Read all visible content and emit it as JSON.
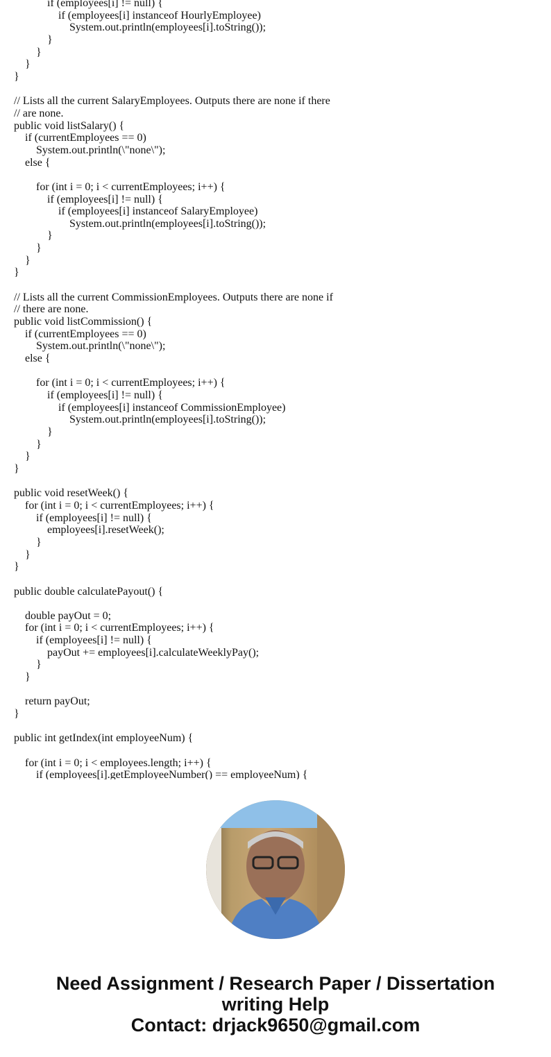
{
  "code_lines": [
    {
      "indent": 3,
      "text": "if (employees[i] != null) {"
    },
    {
      "indent": 4,
      "text": "if (employees[i] instanceof HourlyEmployee)"
    },
    {
      "indent": 5,
      "text": "System.out.println(employees[i].toString());"
    },
    {
      "indent": 3,
      "text": "}"
    },
    {
      "indent": 2,
      "text": "}"
    },
    {
      "indent": 1,
      "text": "}"
    },
    {
      "indent": 0,
      "text": "}"
    },
    {
      "indent": 0,
      "text": ""
    },
    {
      "indent": 0,
      "text": "// Lists all the current SalaryEmployees. Outputs there are none if there"
    },
    {
      "indent": 0,
      "text": "// are none."
    },
    {
      "indent": 0,
      "text": "public void listSalary() {"
    },
    {
      "indent": 1,
      "text": "if (currentEmployees == 0)"
    },
    {
      "indent": 2,
      "text": "System.out.println(\\\"none\\\");"
    },
    {
      "indent": 1,
      "text": "else {"
    },
    {
      "indent": 0,
      "text": ""
    },
    {
      "indent": 2,
      "text": "for (int i = 0; i < currentEmployees; i++) {"
    },
    {
      "indent": 3,
      "text": "if (employees[i] != null) {"
    },
    {
      "indent": 4,
      "text": "if (employees[i] instanceof SalaryEmployee)"
    },
    {
      "indent": 5,
      "text": "System.out.println(employees[i].toString());"
    },
    {
      "indent": 3,
      "text": "}"
    },
    {
      "indent": 2,
      "text": "}"
    },
    {
      "indent": 1,
      "text": "}"
    },
    {
      "indent": 0,
      "text": "}"
    },
    {
      "indent": 0,
      "text": ""
    },
    {
      "indent": 0,
      "text": "// Lists all the current CommissionEmployees. Outputs there are none if"
    },
    {
      "indent": 0,
      "text": "// there are none."
    },
    {
      "indent": 0,
      "text": "public void listCommission() {"
    },
    {
      "indent": 1,
      "text": "if (currentEmployees == 0)"
    },
    {
      "indent": 2,
      "text": "System.out.println(\\\"none\\\");"
    },
    {
      "indent": 1,
      "text": "else {"
    },
    {
      "indent": 0,
      "text": ""
    },
    {
      "indent": 2,
      "text": "for (int i = 0; i < currentEmployees; i++) {"
    },
    {
      "indent": 3,
      "text": "if (employees[i] != null) {"
    },
    {
      "indent": 4,
      "text": "if (employees[i] instanceof CommissionEmployee)"
    },
    {
      "indent": 5,
      "text": "System.out.println(employees[i].toString());"
    },
    {
      "indent": 3,
      "text": "}"
    },
    {
      "indent": 2,
      "text": "}"
    },
    {
      "indent": 1,
      "text": "}"
    },
    {
      "indent": 0,
      "text": "}"
    },
    {
      "indent": 0,
      "text": ""
    },
    {
      "indent": 0,
      "text": "public void resetWeek() {"
    },
    {
      "indent": 1,
      "text": "for (int i = 0; i < currentEmployees; i++) {"
    },
    {
      "indent": 2,
      "text": "if (employees[i] != null) {"
    },
    {
      "indent": 3,
      "text": "employees[i].resetWeek();"
    },
    {
      "indent": 2,
      "text": "}"
    },
    {
      "indent": 1,
      "text": "}"
    },
    {
      "indent": 0,
      "text": "}"
    },
    {
      "indent": 0,
      "text": ""
    },
    {
      "indent": 0,
      "text": "public double calculatePayout() {"
    },
    {
      "indent": 0,
      "text": ""
    },
    {
      "indent": 1,
      "text": "double payOut = 0;"
    },
    {
      "indent": 1,
      "text": "for (int i = 0; i < currentEmployees; i++) {"
    },
    {
      "indent": 2,
      "text": "if (employees[i] != null) {"
    },
    {
      "indent": 3,
      "text": "payOut += employees[i].calculateWeeklyPay();"
    },
    {
      "indent": 2,
      "text": "}"
    },
    {
      "indent": 1,
      "text": "}"
    },
    {
      "indent": 0,
      "text": ""
    },
    {
      "indent": 1,
      "text": "return payOut;"
    },
    {
      "indent": 0,
      "text": "}"
    },
    {
      "indent": 0,
      "text": ""
    },
    {
      "indent": 0,
      "text": "public int getIndex(int employeeNum) {"
    },
    {
      "indent": 0,
      "text": ""
    },
    {
      "indent": 1,
      "text": "for (int i = 0; i < employees.length; i++) {"
    },
    {
      "indent": 2,
      "text": "if (employees[i].getEmployeeNumber() == employeeNum) {"
    }
  ],
  "promo": {
    "line1": "Need Assignment / Research Paper / Dissertation",
    "line2": "writing Help",
    "line3": "Contact: drjack9650@gmail.com"
  }
}
